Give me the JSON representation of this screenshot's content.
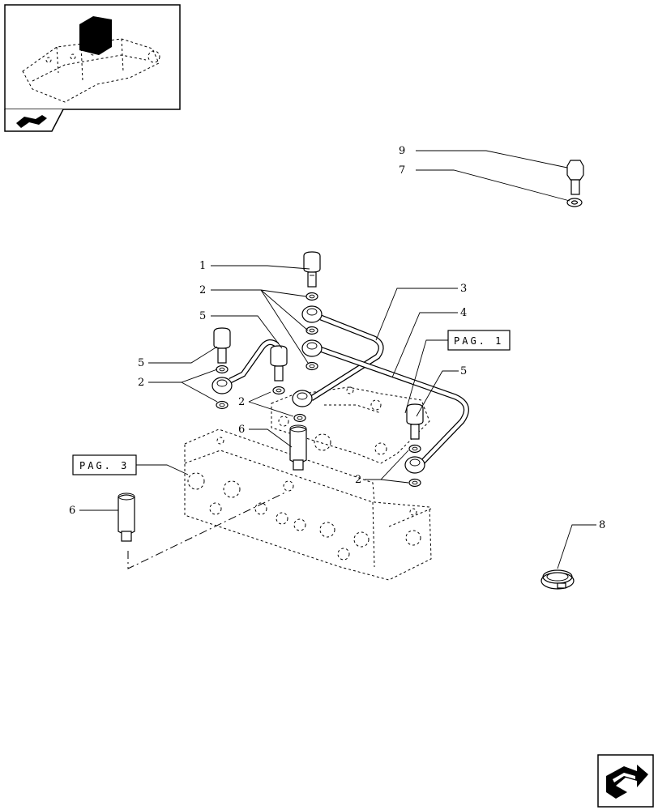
{
  "callouts": {
    "c1": "1",
    "c2a": "2",
    "c2b": "2",
    "c2c": "2",
    "c2d": "2",
    "c3": "3",
    "c4": "4",
    "c5a": "5",
    "c5b": "5",
    "c5c": "5",
    "c6a": "6",
    "c6b": "6",
    "c7": "7",
    "c8": "8",
    "c9": "9"
  },
  "references": {
    "pag1": "PAG. 1",
    "pag3": "PAG. 3"
  },
  "icons": {
    "thumbnail": "machine-thumbnail-icon",
    "tab": "book-arrow-icon",
    "next": "next-page-arrow-icon"
  }
}
